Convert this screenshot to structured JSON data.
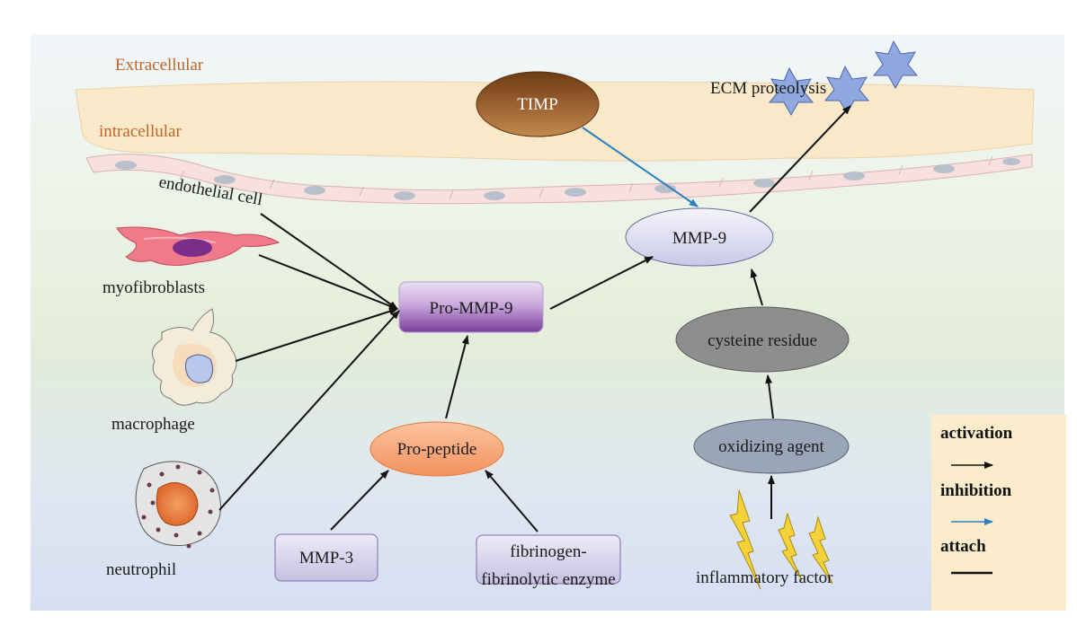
{
  "regions": {
    "extracellular": "Extracellular",
    "intracellular": "intracellular"
  },
  "cells": {
    "endothelial": "endothelial cell",
    "myofibroblasts": "myofibroblasts",
    "macrophage": "macrophage",
    "neutrophil": "neutrophil"
  },
  "nodes": {
    "timp": "TIMP",
    "ecm": "ECM proteolysis",
    "mmp9": "MMP-9",
    "pro_mmp9": "Pro-MMP-9",
    "cysteine": "cysteine residue",
    "oxidizing": "oxidizing agent",
    "propeptide": "Pro-peptide",
    "mmp3": "MMP-3",
    "fibrinogen_line1": "fibrinogen-",
    "fibrinogen_line2": "fibrinolytic enzyme",
    "inflammatory": "inflammatory factor"
  },
  "legend": {
    "activation": "activation",
    "inhibition": "inhibition",
    "attach": "attach"
  },
  "colors": {
    "activation_arrow": "#111111",
    "inhibition_arrow": "#2a7fc0",
    "timp_fill": "#7a4a1e",
    "pro_mmp9_fill": "#8a4aa8",
    "mmp9_fill": "#dcdcf0",
    "cysteine_fill": "#8c8c8c",
    "oxidizing_fill": "#9aa6b8",
    "propeptide_fill": "#f6a070",
    "box_fill": "#d9d6ee",
    "legend_bg": "#fbeccb",
    "cell_layer": "#f9e9c9",
    "text_orange": "#c0662a"
  }
}
